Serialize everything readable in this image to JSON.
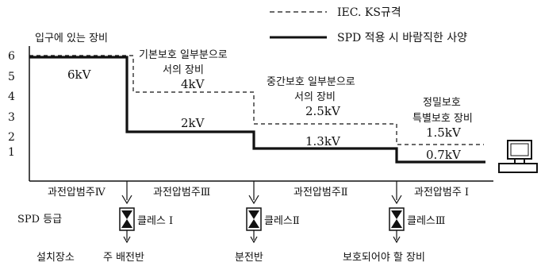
{
  "legend": {
    "dashed_label": "IEC. KS규격",
    "solid_label": "SPD 적용 시 바람직한 사양"
  },
  "header_label": "입구에 있는 장비",
  "y_ticks": [
    "6",
    "5",
    "4",
    "3",
    "2",
    "1"
  ],
  "zones": [
    {
      "cat": "과전압범주Ⅳ",
      "desc": [],
      "spec": "6kV",
      "actual": "6kV"
    },
    {
      "cat": "과전압범주Ⅲ",
      "desc": [
        "기본보호 일부분으로",
        "서의 장비"
      ],
      "spec": "4kV",
      "actual": "2kV"
    },
    {
      "cat": "과전압범주Ⅱ",
      "desc": [
        "중간보호 일부분으로",
        "서의 장비"
      ],
      "spec": "2.5kV",
      "actual": "1.3kV"
    },
    {
      "cat": "과전압범주 Ⅰ",
      "desc": [
        "정밀보호",
        "특별보호 장비"
      ],
      "spec": "1.5kV",
      "actual": "0.7kV"
    }
  ],
  "spd_row_label": "SPD 등급",
  "spd_classes": [
    "클레스 Ⅰ",
    "클레스Ⅱ",
    "클레스Ⅲ"
  ],
  "location_row_label": "설치장소",
  "locations": [
    "주 배전반",
    "분전반",
    "보호되어야 할 장비"
  ],
  "colors": {
    "line": "#111111",
    "background": "#ffffff"
  }
}
